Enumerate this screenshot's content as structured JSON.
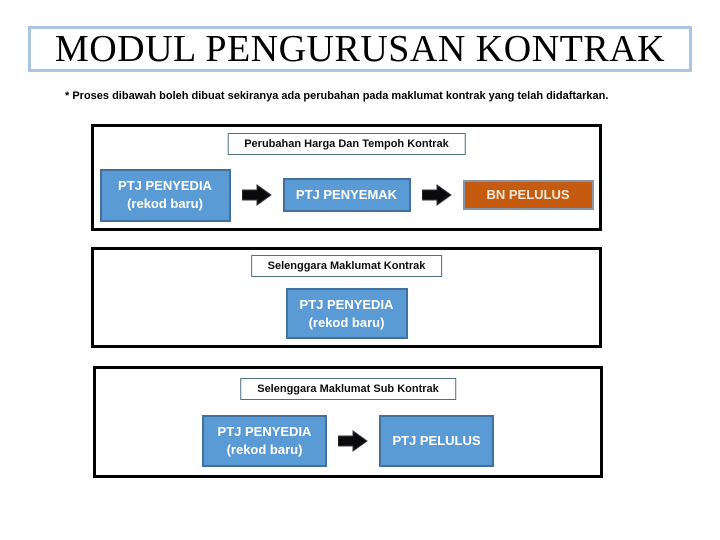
{
  "slide": {
    "title": "MODUL PENGURUSAN KONTRAK",
    "note": "* Proses dibawah boleh dibuat sekiranya ada perubahan pada maklumat kontrak yang telah didaftarkan."
  },
  "colors": {
    "title_border": "#a9c5e2",
    "section_border": "#000000",
    "header_border": "#53707f",
    "box_blue_fill": "#5b9bd5",
    "box_blue_border": "#41719c",
    "box_orange_fill": "#c55a11",
    "box_orange_border": "#8496b0",
    "box_blue_text": "#ffffff",
    "box_orange_text": "#f2e8d5",
    "arrow": "#000000"
  },
  "sections": [
    {
      "header": "Perubahan Harga Dan Tempoh Kontrak",
      "steps": [
        {
          "label": "PTJ PENYEDIA",
          "sublabel": "(rekod baru)",
          "type": "blue"
        },
        {
          "label": "PTJ PENYEMAK",
          "type": "blue"
        },
        {
          "label": "BN PELULUS",
          "type": "orange"
        }
      ]
    },
    {
      "header": "Selenggara Maklumat Kontrak",
      "steps": [
        {
          "label": "PTJ PENYEDIA",
          "sublabel": "(rekod baru)",
          "type": "blue"
        }
      ]
    },
    {
      "header": "Selenggara Maklumat Sub Kontrak",
      "steps": [
        {
          "label": "PTJ PENYEDIA",
          "sublabel": "(rekod baru)",
          "type": "blue"
        },
        {
          "label": "PTJ PELULUS",
          "type": "blue"
        }
      ]
    }
  ]
}
